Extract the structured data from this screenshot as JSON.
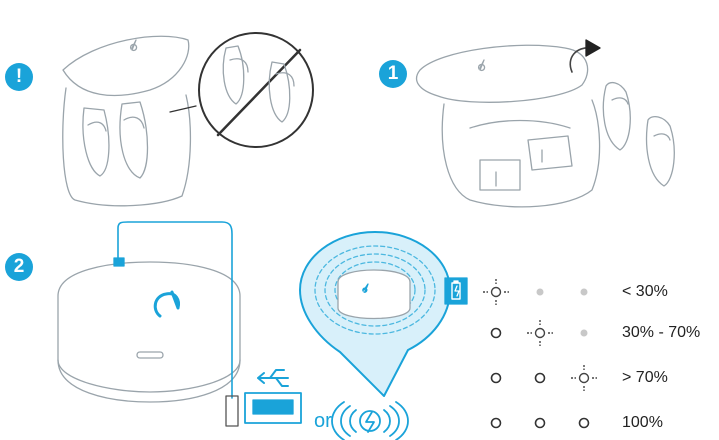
{
  "accent_color": "#1aa3d9",
  "steps": {
    "warning": {
      "symbol": "!",
      "icon": "warning-icon"
    },
    "step1": {
      "number": "1"
    },
    "step2": {
      "number": "2"
    }
  },
  "charging": {
    "connector_word": "or",
    "usb_icon": "usb-icon",
    "wireless_icon": "wireless-charging-icon",
    "battery_icon": "battery-icon"
  },
  "battery_levels": [
    {
      "range": "< 30%",
      "leds": [
        "blink",
        "dim",
        "dim"
      ]
    },
    {
      "range": "30% - 70%",
      "leds": [
        "on",
        "blink",
        "dim"
      ]
    },
    {
      "range": "> 70%",
      "leds": [
        "on",
        "on",
        "blink"
      ]
    },
    {
      "range": "100%",
      "leds": [
        "on",
        "on",
        "on"
      ]
    }
  ]
}
